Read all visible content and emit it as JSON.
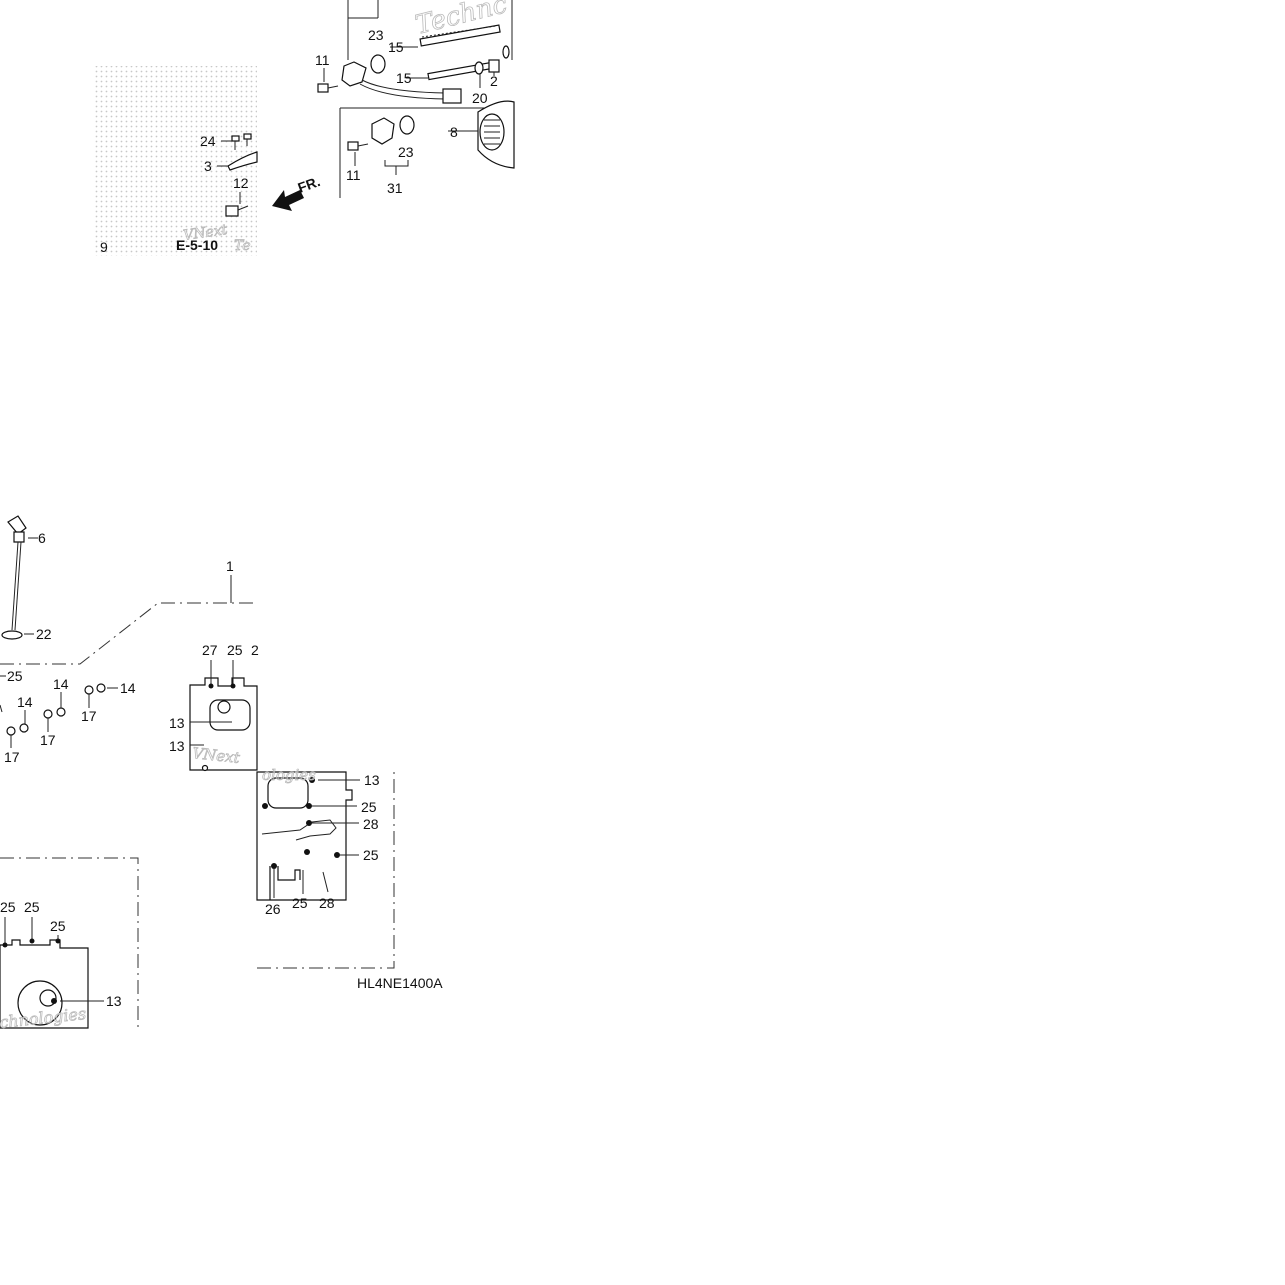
{
  "diagram": {
    "code": "HL4NE1400A",
    "reference": "E-5-10",
    "direction": "FR.",
    "watermark": {
      "word1": "VNext",
      "word2": "Technologies",
      "fragment_top": "Technc",
      "fragment_mid": "Te",
      "fragment_left": "chnologies",
      "fragment_ologies": "ologies"
    },
    "callouts": {
      "c23a": "23",
      "c15a": "15",
      "c15b": "15",
      "c11a": "11",
      "c20": "20",
      "c2": "2",
      "c8": "8",
      "c23b": "23",
      "c11b": "11",
      "c31": "31",
      "c24": "24",
      "c3": "3",
      "c12": "12",
      "c9": "9",
      "c6": "6",
      "c1": "1",
      "c22": "22",
      "c25a": "25",
      "c14a": "14",
      "c14b": "14",
      "c14c": "14",
      "c17a": "17",
      "c17b": "17",
      "c17c": "17",
      "c27": "27",
      "c25b": "25",
      "c2c": "2",
      "c13a": "13",
      "c13b": "13",
      "c13c": "13",
      "c25c": "25",
      "c28a": "28",
      "c25d": "25",
      "c26": "26",
      "c25e": "25",
      "c28b": "28",
      "c25f": "25",
      "c25g": "25",
      "c25h": "25",
      "c13d": "13"
    }
  }
}
